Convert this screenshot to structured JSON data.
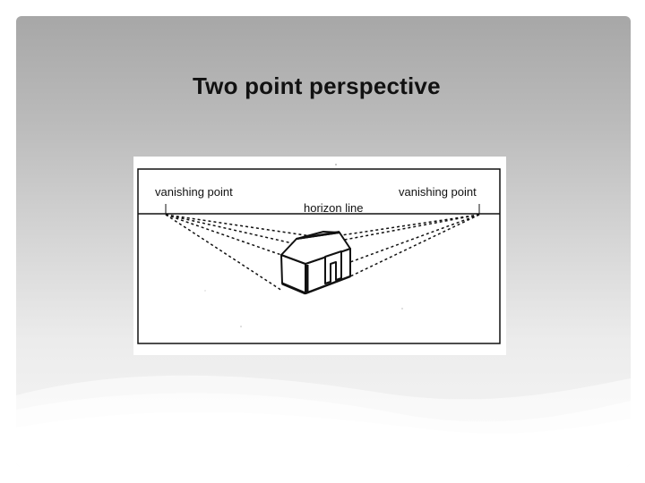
{
  "slide": {
    "title": "Two point perspective"
  },
  "diagram": {
    "labels": {
      "left_vanishing_point": "vanishing point",
      "right_vanishing_point": "vanishing point",
      "horizon": "horizon line"
    },
    "colors": {
      "ink": "#111111",
      "panel": "#ffffff"
    }
  }
}
